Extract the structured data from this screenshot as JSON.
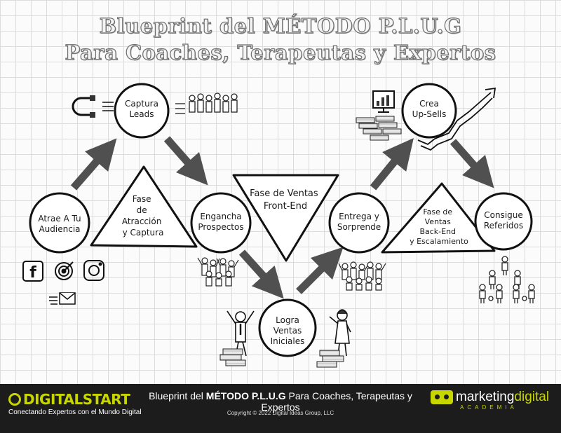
{
  "title": {
    "line1": "Blueprint del MÉTODO P.L.U.G",
    "line2": "Para Coaches, Terapeutas y Expertos"
  },
  "nodes": {
    "atrae": [
      "Atrae A Tu",
      "Audiencia"
    ],
    "captura": [
      "Captura",
      "Leads"
    ],
    "engancha": [
      "Engancha",
      "Prospectos"
    ],
    "logra": [
      "Logra",
      "Ventas",
      "Iniciales"
    ],
    "entrega": [
      "Entrega y",
      "Sorprende"
    ],
    "crea": [
      "Crea",
      "Up-Sells"
    ],
    "consigue": [
      "Consigue",
      "Referidos"
    ]
  },
  "phases": {
    "atraccion": [
      "Fase",
      "de",
      "Atracción",
      "y Captura"
    ],
    "frontend": [
      "Fase de Ventas",
      "Front-End"
    ],
    "backend": [
      "Fase de",
      "Ventas",
      "Back-End",
      "y Escalamiento"
    ]
  },
  "icons": {
    "social": [
      "facebook-icon",
      "target-icon",
      "instagram-icon",
      "email-icon"
    ],
    "decor": [
      "magnet-icon",
      "crowd-icon",
      "money-stack-icon",
      "monitor-chart-icon",
      "growth-arrow-icon",
      "people-icon"
    ]
  },
  "footer": {
    "brand_left": "DIGITALSTART",
    "brand_left_tagline": "Conectando Expertos con el Mundo Digital",
    "title_prefix": "Blueprint del",
    "title_bold": "MÉTODO P.L.U.G",
    "title_suffix": "Para Coaches, Terapeutas y Expertos",
    "copyright": "Copyright © 2022 Digital Ideas Group, LLC",
    "brand_right_a": "marketing",
    "brand_right_b": "digital",
    "brand_right_sub": "ACADEMIA"
  },
  "colors": {
    "accent": "#c8d600",
    "footer_bg": "#1c1c1c",
    "arrow": "#505050",
    "ink": "#1a1a1a"
  }
}
